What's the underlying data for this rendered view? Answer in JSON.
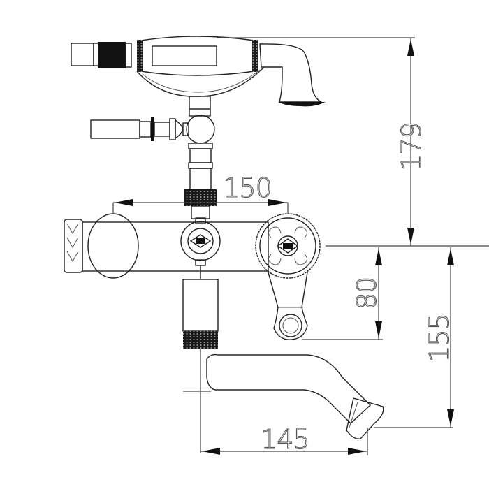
{
  "drawing": {
    "subject": "Bath/shower mixer faucet technical drawing",
    "colors": {
      "line": "#222222",
      "dimension": "#444444",
      "background": "#ffffff"
    },
    "dimensions": {
      "overall_height_mm": "179",
      "centers_width_mm": "150",
      "lever_drop_mm": "80",
      "spout_drop_mm": "155",
      "spout_reach_mm": "145"
    },
    "parts": {
      "handset": "hand-shower",
      "hose_connector_top": "hose-connector",
      "diverter_inlet": "threaded-inlet",
      "body": "mixer-body",
      "diverter_knob": "diverter-knob",
      "lever": "lever-handle",
      "spout": "spout"
    }
  }
}
